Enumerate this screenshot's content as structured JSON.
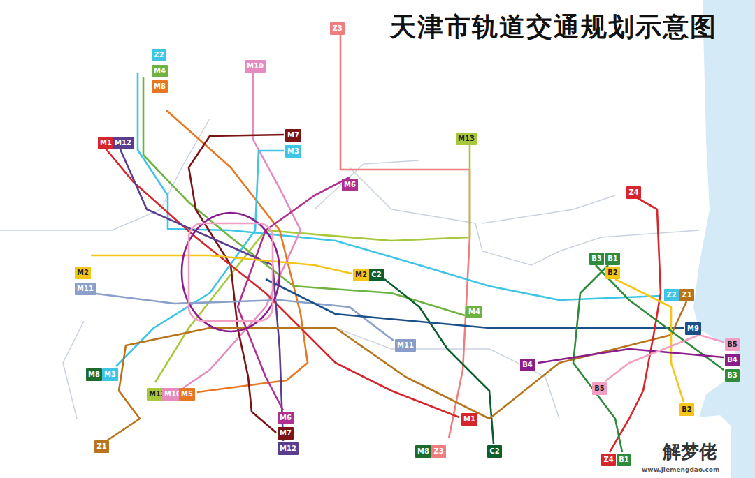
{
  "diagram": {
    "title": "天津市轨道交通规划示意图",
    "nodes": [
      {
        "text": [
          "Z3"
        ]
      },
      {
        "text": [
          "Z2"
        ]
      },
      {
        "text": [
          "M10"
        ]
      },
      {
        "text": [
          "M4"
        ]
      },
      {
        "text": [
          "M8"
        ]
      },
      {
        "text": [
          "M7"
        ]
      },
      {
        "text": [
          "M13"
        ]
      },
      {
        "text": [
          "M1"
        ]
      },
      {
        "text": [
          "M12"
        ]
      },
      {
        "text": [
          "M3"
        ]
      },
      {
        "text": [
          "M6"
        ]
      },
      {
        "text": [
          "Z4"
        ]
      },
      {
        "text": [
          "B3"
        ]
      },
      {
        "text": [
          "B1"
        ]
      },
      {
        "text": [
          "M2"
        ]
      },
      {
        "text": [
          "B2"
        ]
      },
      {
        "text": [
          "M2"
        ]
      },
      {
        "text": [
          "C2"
        ]
      },
      {
        "text": [
          "M11"
        ]
      },
      {
        "text": [
          "Z2"
        ]
      },
      {
        "text": [
          "Z1"
        ]
      },
      {
        "text": [
          "M4"
        ]
      },
      {
        "text": [
          "M9"
        ]
      },
      {
        "text": [
          "B5"
        ]
      },
      {
        "text": [
          "M11"
        ]
      },
      {
        "text": [
          "B4"
        ]
      },
      {
        "text": [
          "B4"
        ]
      },
      {
        "text": [
          "M8"
        ]
      },
      {
        "text": [
          "M3"
        ]
      },
      {
        "text": [
          "B3"
        ]
      },
      {
        "text": [
          "B5"
        ]
      },
      {
        "text": [
          "M13"
        ]
      },
      {
        "text": [
          "M10"
        ]
      },
      {
        "text": [
          "M5"
        ]
      },
      {
        "text": [
          "B2"
        ]
      },
      {
        "text": [
          "M6"
        ]
      },
      {
        "text": [
          "M1"
        ]
      },
      {
        "text": [
          "M7"
        ]
      },
      {
        "text": [
          "Z1"
        ]
      },
      {
        "text": [
          "M12"
        ]
      },
      {
        "text": [
          "M8"
        ]
      },
      {
        "text": [
          "Z3"
        ]
      },
      {
        "text": [
          "C2"
        ]
      },
      {
        "text": [
          "Z4"
        ]
      },
      {
        "text": [
          "B1"
        ]
      }
    ],
    "labels": [
      "解梦佬",
      "www.jiemengdao.com"
    ]
  }
}
